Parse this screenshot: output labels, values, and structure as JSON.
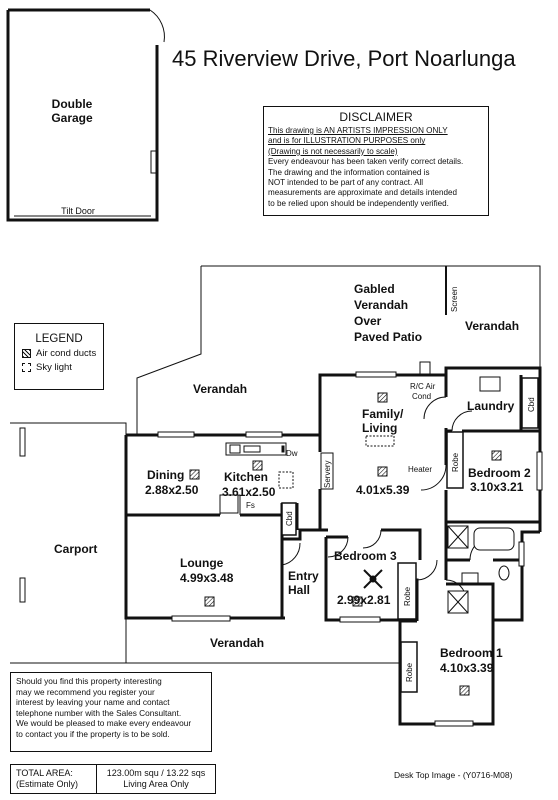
{
  "title": "45 Riverview Drive, Port Noarlunga",
  "disclaimer": {
    "heading": "DISCLAIMER",
    "underlined_lines": [
      "This drawing is AN ARTISTS IMPRESSION ONLY",
      "and is for ILLUSTRATION PURPOSES only",
      "(Drawing is not necessarily to scale)"
    ],
    "lines": [
      "Every endeavour has been taken verify correct details.",
      "The drawing and the information contained is",
      "NOT intended to be part of any contract.  All",
      "measurements are approximate and details intended",
      "to be relied upon should be independently verified."
    ]
  },
  "legend": {
    "heading": "LEGEND",
    "items": [
      {
        "label": "Air cond ducts",
        "icon": "air-duct-icon"
      },
      {
        "label": "Sky light",
        "icon": "skylight-icon"
      }
    ]
  },
  "rooms": {
    "garage": {
      "name_line1": "Double",
      "name_line2": "Garage",
      "door": "Tilt Door"
    },
    "verandah_gabled": [
      "Gabled",
      "Verandah",
      "Over",
      "Paved Patio"
    ],
    "verandah_right": "Verandah",
    "verandah_left": "Verandah",
    "verandah_bottom": "Verandah",
    "screen": "Screen",
    "carport": "Carport",
    "dining": {
      "name": "Dining",
      "size": "2.88x2.50"
    },
    "kitchen": {
      "name": "Kitchen",
      "size": "3.61x2.50"
    },
    "dw": "Dw",
    "fs": "Fs",
    "servery": "Servery",
    "family": {
      "name_line1": "Family/",
      "name_line2": "Living",
      "size": "4.01x5.39"
    },
    "rc_air": {
      "line1": "R/C Air",
      "line2": "Cond"
    },
    "laundry": "Laundry",
    "cbd": "Cbd",
    "heater": "Heater",
    "robe": "Robe",
    "bedroom2": {
      "name": "Bedroom 2",
      "size": "3.10x3.21"
    },
    "lounge": {
      "name": "Lounge",
      "size": "4.99x3.48"
    },
    "entry": {
      "line1": "Entry",
      "line2": "Hall"
    },
    "bedroom3": {
      "name": "Bedroom 3",
      "size": "2.99x2.81"
    },
    "bedroom1": {
      "name": "Bedroom 1",
      "size": "4.10x3.39"
    }
  },
  "notice": [
    "Should you find this property interesting",
    "may we recommend you register your",
    "interest by leaving your name and contact",
    "telephone number with the Sales Consultant.",
    "We would be pleased to make every endeavour",
    "to contact you if the property is to be sold."
  ],
  "area": {
    "label_line1": "TOTAL AREA:",
    "label_line2": "(Estimate Only)",
    "value_line1": "123.00m squ / 13.22 sqs",
    "value_line2": "Living Area Only"
  },
  "footer": "Desk Top Image - (Y0716-M08)"
}
